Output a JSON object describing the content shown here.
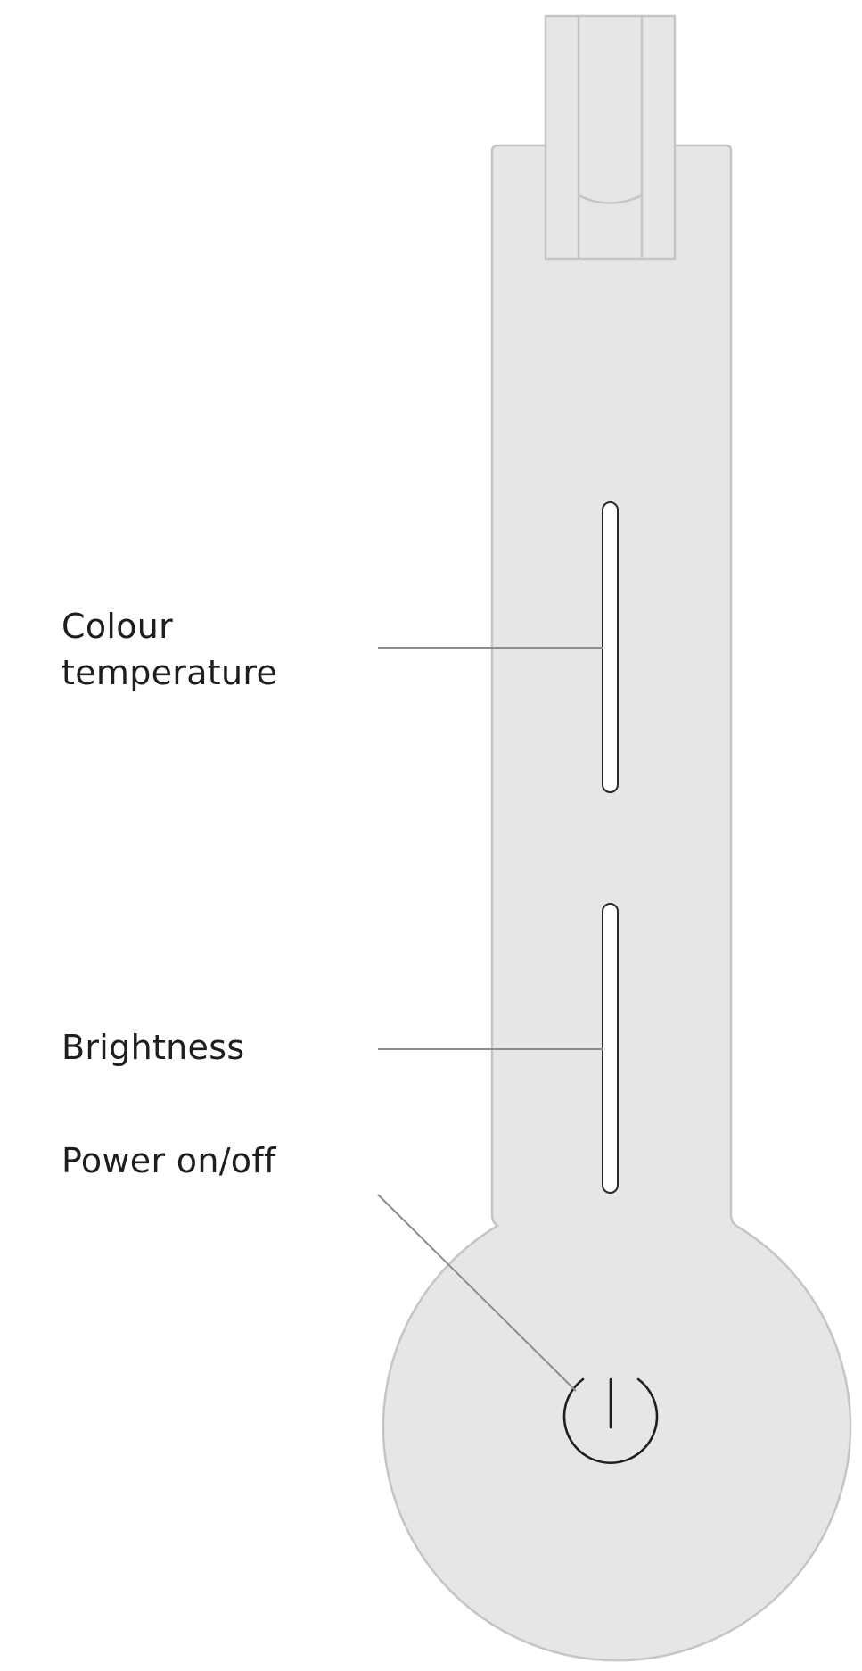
{
  "labels": {
    "colour_temperature": "Colour temperature",
    "brightness": "Brightness",
    "power": "Power on/off"
  },
  "colors": {
    "body_fill": "#e5e6e7",
    "body_stroke": "#c4c5c7",
    "slider_fill": "#ffffff",
    "slider_stroke": "#2a2a2a",
    "leader_line": "#8d8d8d",
    "text": "#1e1e1e"
  },
  "icons": {
    "power": "power-icon"
  }
}
